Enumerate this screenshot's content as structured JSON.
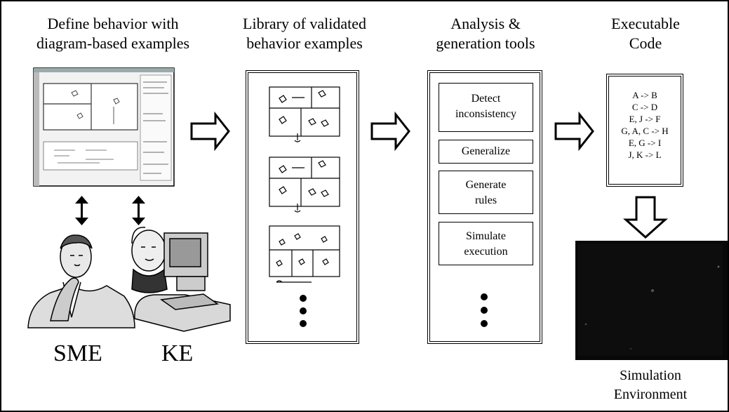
{
  "columns": {
    "define": {
      "line1": "Define behavior with",
      "line2": "diagram-based examples"
    },
    "library": {
      "line1": "Library of validated",
      "line2": "behavior examples"
    },
    "analysis": {
      "line1": "Analysis &",
      "line2": "generation tools"
    },
    "executable": {
      "line1": "Executable",
      "line2": "Code"
    }
  },
  "tools": [
    {
      "line1": "Detect",
      "line2": "inconsistency"
    },
    {
      "line1": "Generalize",
      "line2": ""
    },
    {
      "line1": "Generate",
      "line2": "rules"
    },
    {
      "line1": "Simulate",
      "line2": "execution"
    }
  ],
  "code_rules": [
    "A -> B",
    "C -> D",
    "E, J -> F",
    "G, A, C -> H",
    "E, G -> I",
    "J, K -> L"
  ],
  "actors": {
    "sme": "SME",
    "ke": "KE"
  },
  "simulation": {
    "line1": "Simulation",
    "line2": "Environment"
  }
}
